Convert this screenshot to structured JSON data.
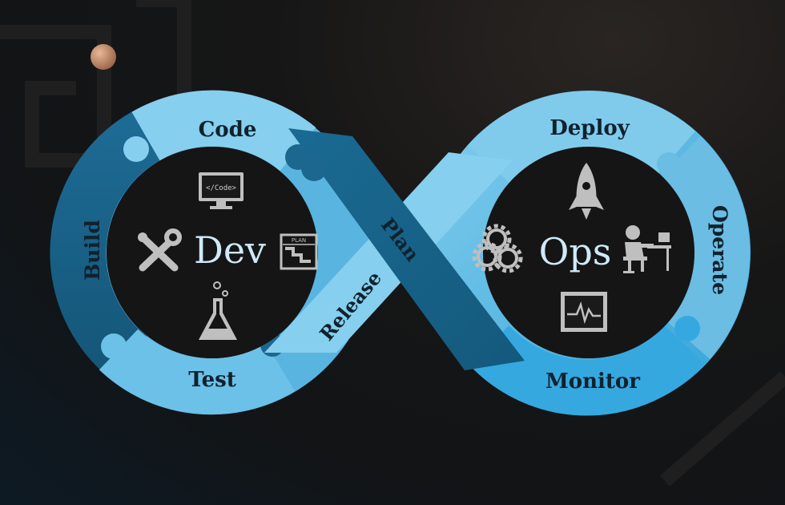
{
  "diagram": {
    "left_loop": {
      "center_label": "Dev",
      "stages": {
        "top": "Code",
        "left": "Build",
        "bottom": "Test"
      },
      "icons": [
        "code-monitor-icon",
        "tools-icon",
        "plan-board-icon",
        "flask-icon"
      ],
      "code_icon_text": "</Code>",
      "plan_icon_text": "PLAN"
    },
    "crossing": {
      "upper": "Plan",
      "lower": "Release"
    },
    "right_loop": {
      "center_label": "Ops",
      "stages": {
        "top": "Deploy",
        "right": "Operate",
        "bottom": "Monitor"
      },
      "icons": [
        "rocket-icon",
        "gears-icon",
        "person-at-desk-icon",
        "monitor-chart-icon"
      ]
    }
  },
  "colors": {
    "background": "#141414",
    "band_light": "#74c4e8",
    "band_dark": "#1b6790",
    "label_text": "#10222e",
    "hub_text": "#cfe9f7",
    "icon_gray": "#bfbfbf",
    "planet": "#c8906a"
  }
}
